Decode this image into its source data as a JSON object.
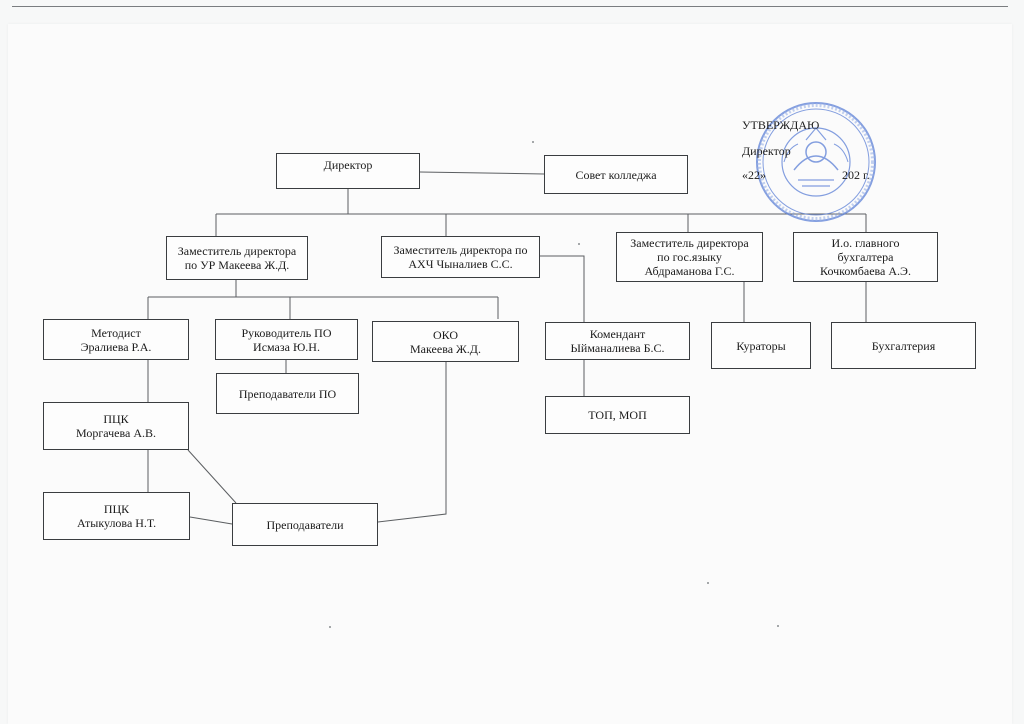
{
  "diagram": {
    "approval": {
      "title": "УТВЕРЖДАЮ",
      "role": "Директор",
      "date_left": "«22»",
      "date_right": "202 г."
    },
    "nodes": {
      "director": [
        "Директор"
      ],
      "council": [
        "Совет колледжа"
      ],
      "deputy_ur": [
        "Заместитель директора",
        "по УР Макеева Ж.Д."
      ],
      "deputy_ahch": [
        "Заместитель директора по",
        "АХЧ Чыналиев С.С."
      ],
      "deputy_lang": [
        "Заместитель директора",
        "по гос.языку",
        "Абдраманова Г.С."
      ],
      "chief_accountant": [
        "И.о. главного",
        "бухгалтера",
        "Кочкомбаева А.Э."
      ],
      "methodist": [
        "Методист",
        "Эралиева Р.А."
      ],
      "head_po": [
        "Руководитель ПО",
        "Исмаза Ю.Н."
      ],
      "oko": [
        "ОКО",
        "Макеева Ж.Д."
      ],
      "commandant": [
        "Комендант",
        "Ыйманалиева Б.С."
      ],
      "curators": [
        "Кураторы"
      ],
      "accounting": [
        "Бухгалтерия"
      ],
      "teachers_po": [
        "Преподаватели ПО"
      ],
      "pck_1": [
        "ПЦК",
        "Моргачева А.В."
      ],
      "top_mop": [
        "ТОП, МОП"
      ],
      "pck_2": [
        "ПЦК",
        "Атыкулова Н.Т."
      ],
      "teachers": [
        "Преподаватели"
      ]
    }
  },
  "colors": {
    "stamp": "#5b7fd6",
    "line": "#5b5e61"
  },
  "icons": {
    "stamp": "round-official-seal-icon"
  }
}
